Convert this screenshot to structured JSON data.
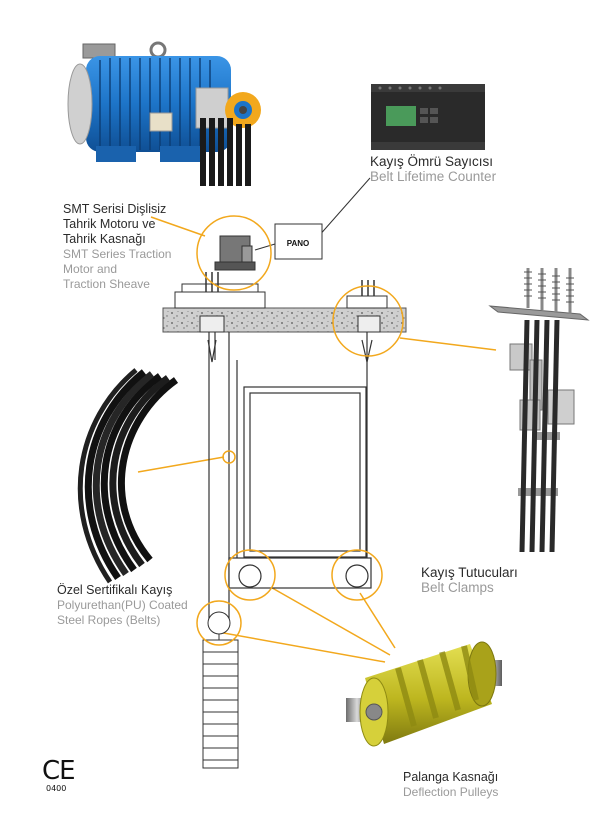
{
  "colors": {
    "accent": "#f2a81d",
    "line": "#333333",
    "motor_blue": "#1d74c8",
    "pulley_yellow": "#c9c42a"
  },
  "labels": {
    "motor": {
      "tr_line1": "SMT Serisi Dişlisiz",
      "tr_line2": "Tahrik Motoru ve",
      "tr_line3": "Tahrik Kasnağı",
      "en_line1": "SMT Series Traction",
      "en_line2": "Motor and",
      "en_line3": "Traction Sheave"
    },
    "counter": {
      "tr": "Kayış Ömrü Sayıcısı",
      "en": "Belt Lifetime Counter"
    },
    "belt": {
      "tr": "Özel Sertifikalı Kayış",
      "en_line1": "Polyurethan(PU) Coated",
      "en_line2": "Steel Ropes (Belts)"
    },
    "clamps": {
      "tr": "Kayış Tutucuları",
      "en": "Belt Clamps"
    },
    "pulleys": {
      "tr": "Palanga Kasnağı",
      "en": "Deflection Pulleys"
    },
    "pano": "PANO"
  },
  "certification": {
    "mark": "CE",
    "number": "0400"
  }
}
